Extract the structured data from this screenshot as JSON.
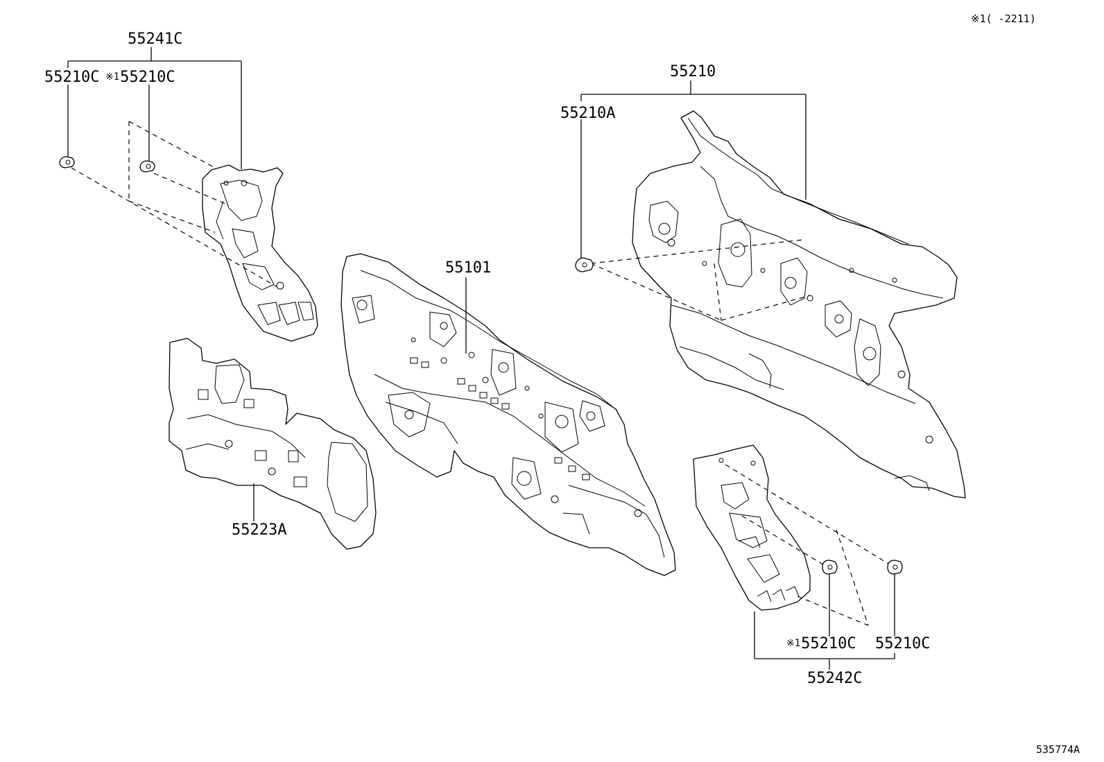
{
  "header_note": {
    "mark": "※1",
    "text": "(      -2211)"
  },
  "footer_code": "535774A",
  "callouts": {
    "c55241C": "55241C",
    "c55210C_left": "55210C",
    "c55210C_left_marked": {
      "mark": "※1",
      "code": "55210C"
    },
    "c55210": "55210",
    "c55210A": "55210A",
    "c55101": "55101",
    "c55223A": "55223A",
    "c55210C_lower_marked": {
      "mark": "※1",
      "code": "55210C"
    },
    "c55210C_lower_right": "55210C",
    "c55242C": "55242C"
  },
  "parts": [
    {
      "icon": "silencer-panel-upper-left-drawing",
      "ref": "55241C"
    },
    {
      "icon": "dash-insulator-pad-drawing",
      "ref": "55223A"
    },
    {
      "icon": "dash-panel-drawing",
      "ref": "55101"
    },
    {
      "icon": "dash-panel-insulator-assy-drawing",
      "ref": "55210"
    },
    {
      "icon": "silencer-panel-lower-right-drawing",
      "ref": "55242C"
    },
    {
      "icon": "clip-icon",
      "ref": "55210C"
    },
    {
      "icon": "clip-icon",
      "ref": "55210A"
    }
  ]
}
